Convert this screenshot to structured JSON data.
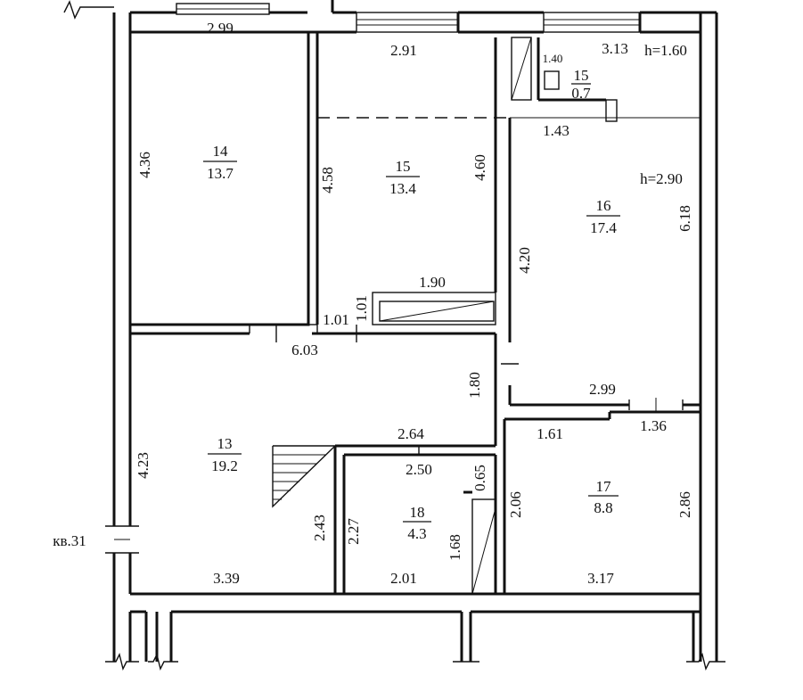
{
  "rooms": [
    {
      "num": "14",
      "area": "13.7"
    },
    {
      "num": "15",
      "area": "13.4"
    },
    {
      "num": "16",
      "area": "17.4"
    },
    {
      "num": "13",
      "area": "19.2"
    },
    {
      "num": "18",
      "area": "4.3"
    },
    {
      "num": "17",
      "area": "8.8"
    },
    {
      "num": "15",
      "area": "0.7"
    }
  ],
  "dimensions": {
    "r14_top": "2.99",
    "r14_side": "4.36",
    "r15_top": "2.91",
    "r15_left": "4.58",
    "r15_right": "4.60",
    "r15_bottom": "1.90",
    "closet_top": "3.13",
    "closet_side": "1.40",
    "closet_height": "h=1.60",
    "r16_top": "1.43",
    "r16_height": "h=2.90",
    "r16_right": "6.18",
    "r16_left": "4.20",
    "r16_bottom": "2.99",
    "hall_a": "1.01",
    "hall_b": "1.01",
    "hall_c": "6.03",
    "hall_d": "1.80",
    "r13_left": "4.23",
    "r13_top": "2.64",
    "r13_stair": "2.43",
    "r13_bottom": "3.39",
    "r18_top": "2.50",
    "r18_left": "2.27",
    "r18_right": "1.68",
    "r18_small": "0.65",
    "r18_bottom": "2.01",
    "r17_top_left": "1.61",
    "r17_top_right": "1.36",
    "r17_left": "2.06",
    "r17_right": "2.86",
    "r17_bottom": "3.17"
  },
  "labels": {
    "neighbor": "кв.31"
  }
}
